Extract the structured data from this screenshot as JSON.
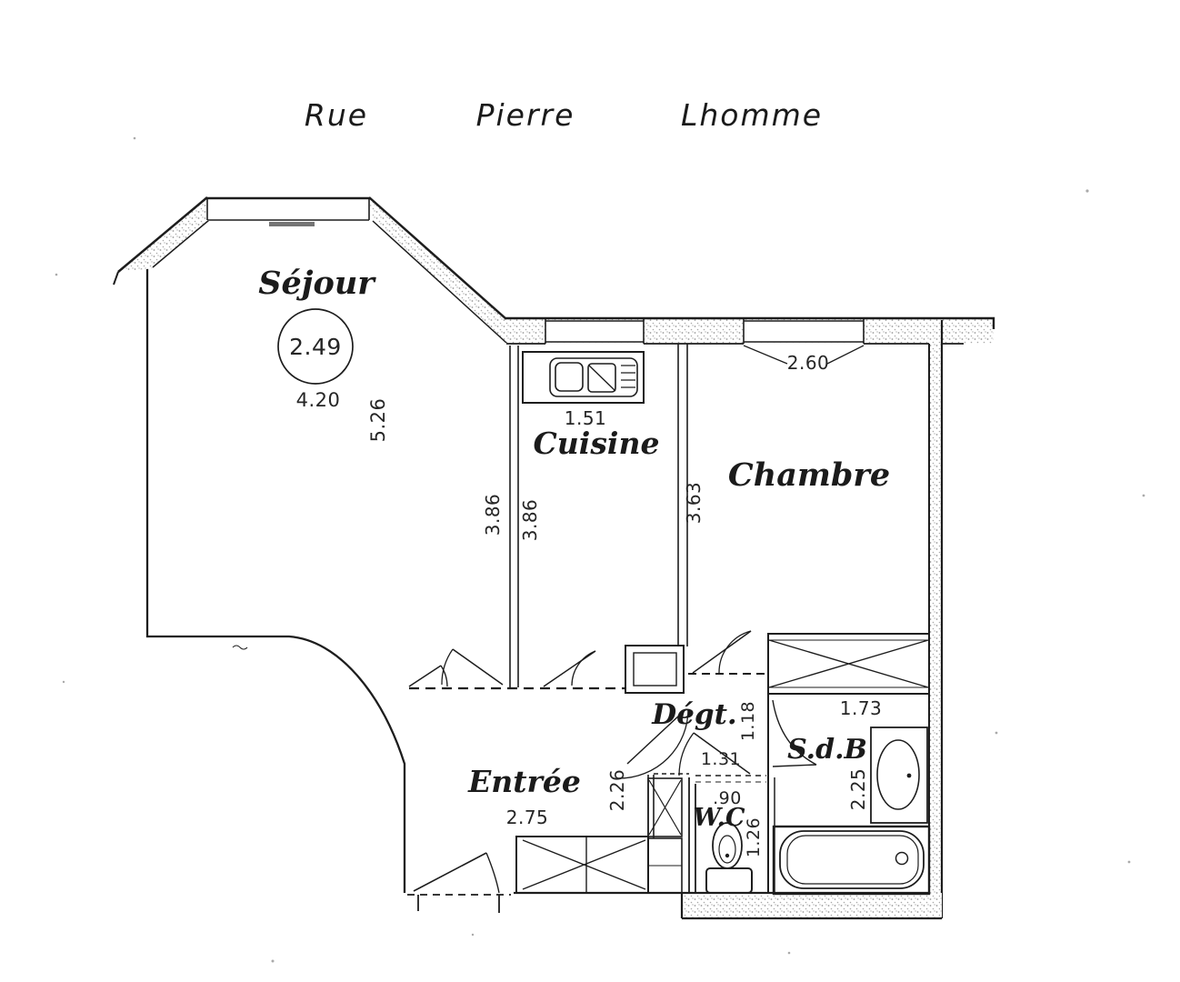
{
  "plan": {
    "street": {
      "w1": "Rue",
      "w2": "Pierre",
      "w3": "Lhomme"
    },
    "sejour": {
      "label": "Séjour",
      "ceiling": "2.49",
      "width": "4.20",
      "depth": "5.26",
      "wall": "3.86"
    },
    "cuisine": {
      "label": "Cuisine",
      "width": "1.51",
      "depth": "3.86"
    },
    "chambre": {
      "label": "Chambre",
      "window": "2.60",
      "depth": "3.63",
      "closet": "1.73"
    },
    "degt": {
      "label": "Dégt.",
      "depth": "1.18",
      "width": "1.31"
    },
    "entree": {
      "label": "Entrée",
      "width": "2.75",
      "depth": "2.26"
    },
    "wc": {
      "label": "W.C",
      "width": ".90",
      "depth": "1.26"
    },
    "sdb": {
      "label": "S.d.B",
      "depth": "2.25"
    }
  },
  "colors": {
    "ink": "#1d1d1d",
    "paper": "#ffffff",
    "stipple": "#9a9a9a"
  },
  "fixtures": {
    "kitchen": "double-sink-with-drainer",
    "wc": "toilet",
    "bathroom": [
      "washbasin",
      "bathtub"
    ],
    "storage": "cross-hatched-closets"
  }
}
